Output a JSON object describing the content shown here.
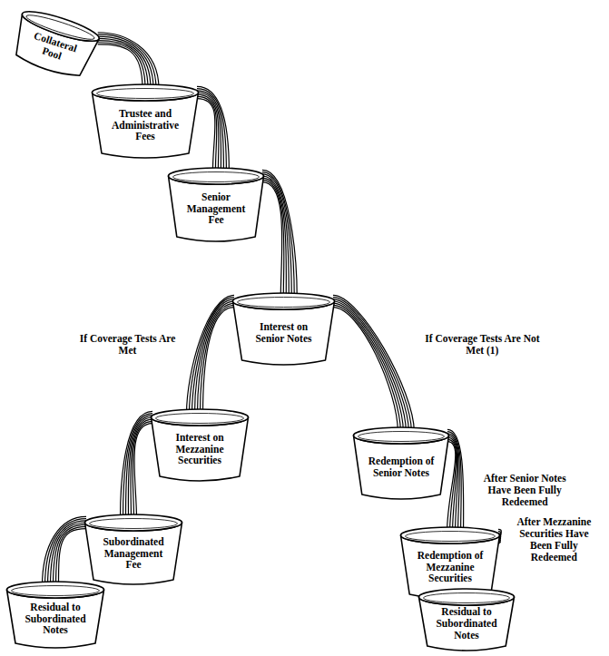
{
  "diagram": {
    "nodes": [
      {
        "text": [
          "Collateral Pool"
        ]
      },
      {
        "text": [
          "Trustee and Administrative Fees"
        ]
      },
      {
        "text": [
          "Senior Management Fee"
        ]
      },
      {
        "text": [
          "Interest on Senior Notes"
        ]
      },
      {
        "text": [
          "Interest on Mezzanine Securities"
        ]
      },
      {
        "text": [
          "Subordinated Management Fee"
        ]
      },
      {
        "text": [
          "Residual to Subordinated Notes"
        ]
      },
      {
        "text": [
          "Redemption of Senior Notes"
        ]
      },
      {
        "text": [
          "Redemption of Mezzanine Securities"
        ]
      },
      {
        "text": [
          "Residual to Subordinated Notes"
        ]
      }
    ],
    "edges": [
      {
        "from": 0,
        "to": 1,
        "arrow": "none"
      },
      {
        "from": 1,
        "to": 2,
        "arrow": "none"
      },
      {
        "from": 2,
        "to": 3,
        "arrow": "none"
      },
      {
        "from": 3,
        "to": 4,
        "label": "If Coverage Tests Are Met",
        "arrow": "none"
      },
      {
        "from": 3,
        "to": 7,
        "label": "If Coverage Tests Are Not Met (1)",
        "arrow": "none"
      },
      {
        "from": 4,
        "to": 5,
        "arrow": "none"
      },
      {
        "from": 5,
        "to": 6,
        "arrow": "none"
      },
      {
        "from": 7,
        "to": 8,
        "label": "After Senior Notes Have Been Fully Redeemed",
        "arrow": "none"
      },
      {
        "from": 8,
        "to": 9,
        "label": "After Mezzanine Securities Have Been Fully Redeemed",
        "arrow": "none"
      }
    ]
  }
}
